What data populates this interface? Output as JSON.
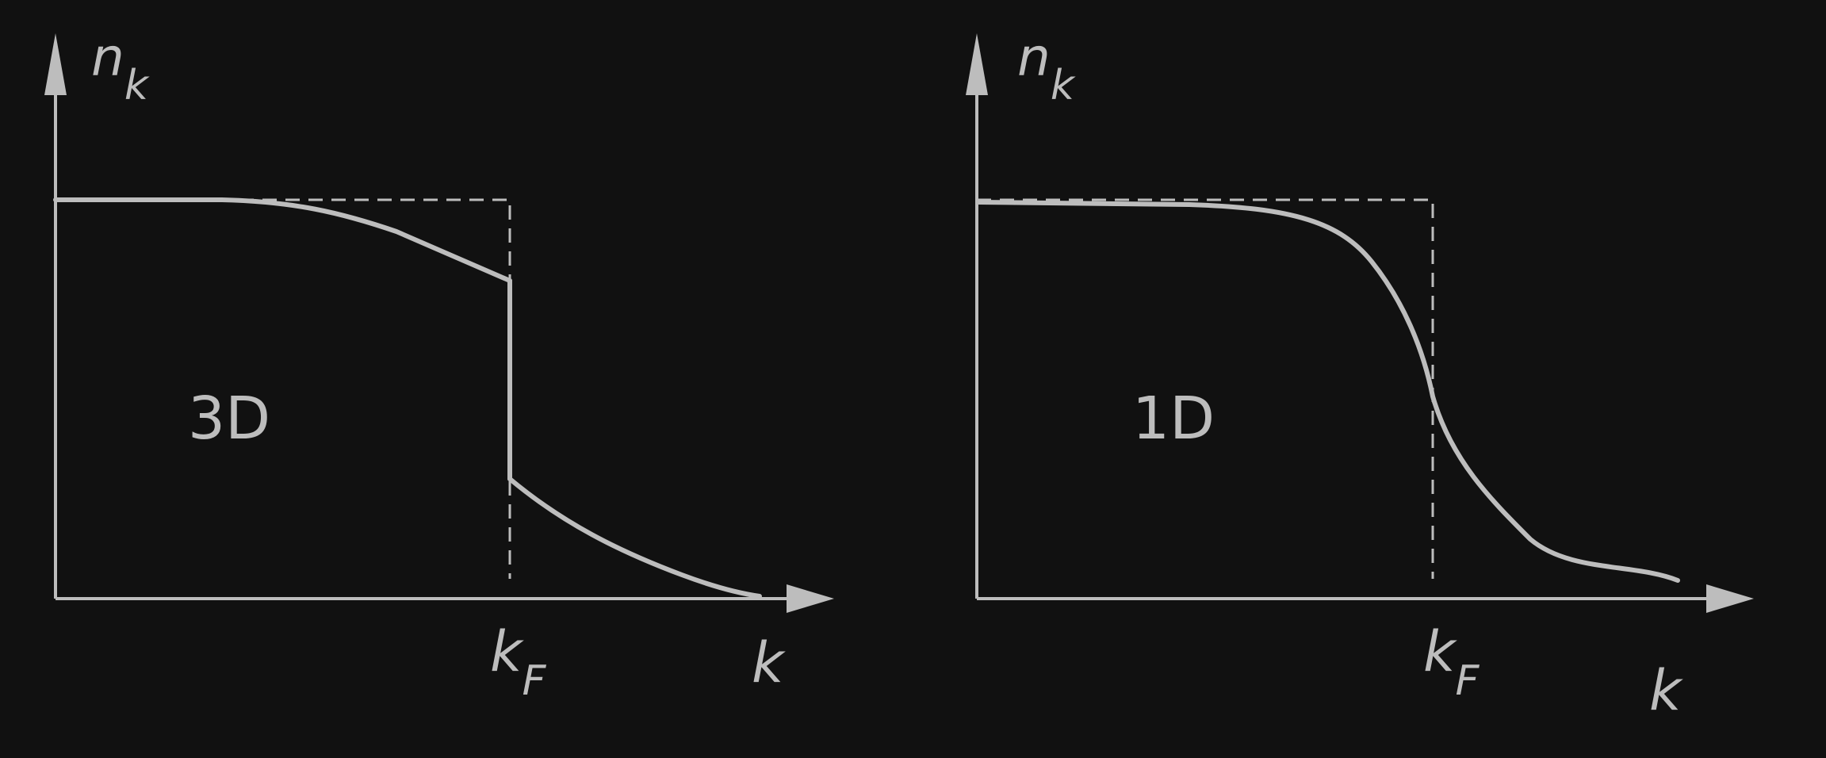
{
  "panels": [
    {
      "id": "3d",
      "dimension_label": "3D",
      "y_axis_label": {
        "main": "n",
        "sub": "k"
      },
      "fermi_label": {
        "main": "k",
        "sub": "F"
      },
      "x_axis_label": "k",
      "curve_shape": "step discontinuity at k_F"
    },
    {
      "id": "1d",
      "dimension_label": "1D",
      "y_axis_label": {
        "main": "n",
        "sub": "k"
      },
      "fermi_label": {
        "main": "k",
        "sub": "F"
      },
      "x_axis_label": "k",
      "curve_shape": "smooth, continuous through k_F"
    }
  ],
  "colors": {
    "background": "#111111",
    "line": "#bdbdbd"
  }
}
